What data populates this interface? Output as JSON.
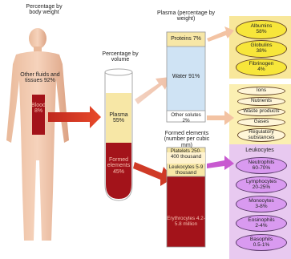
{
  "body": {
    "title": "Percentage by body weight",
    "fluids": "Other fluids and tissues 92%",
    "blood": "Blood 8%"
  },
  "tube": {
    "title": "Percentage by volume",
    "plasma": "Plasma 55%",
    "formed": "Formed elements 45%"
  },
  "plasma_col": {
    "title": "Plasma (percentage by weight)",
    "proteins": "Proteins 7%",
    "water": "Water 91%",
    "other": "Other solutes 2%"
  },
  "formed_col": {
    "title": "Formed elements (number per cubic mm)",
    "platelets": "Platelets 250-400 thousand",
    "leukocytes": "Leukocytes 5-9 thousand",
    "erythrocytes": "Erythrocytes 4.2-5.8 million"
  },
  "proteins_list": [
    {
      "name": "Albumins",
      "value": "58%"
    },
    {
      "name": "Globulins",
      "value": "38%"
    },
    {
      "name": "Fibrinogen",
      "value": "4%"
    }
  ],
  "solutes_list": [
    "Ions",
    "Nutrients",
    "Waste products",
    "Gases",
    "Regulatory substances"
  ],
  "leukocytes_panel": {
    "title": "Leukocytes",
    "items": [
      {
        "name": "Neutrophils",
        "value": "60-70%"
      },
      {
        "name": "Lymphocytes",
        "value": "20-25%"
      },
      {
        "name": "Monocytes",
        "value": "3-8%"
      },
      {
        "name": "Eosinophils",
        "value": "2-4%"
      },
      {
        "name": "Basophils",
        "value": "0.5-1%"
      }
    ]
  },
  "colors": {
    "plasma": "#f7e7a6",
    "water": "#cfe3f4",
    "blood": "#a3131a",
    "protein": "#f7e63a",
    "leuko": "#d99af0"
  }
}
